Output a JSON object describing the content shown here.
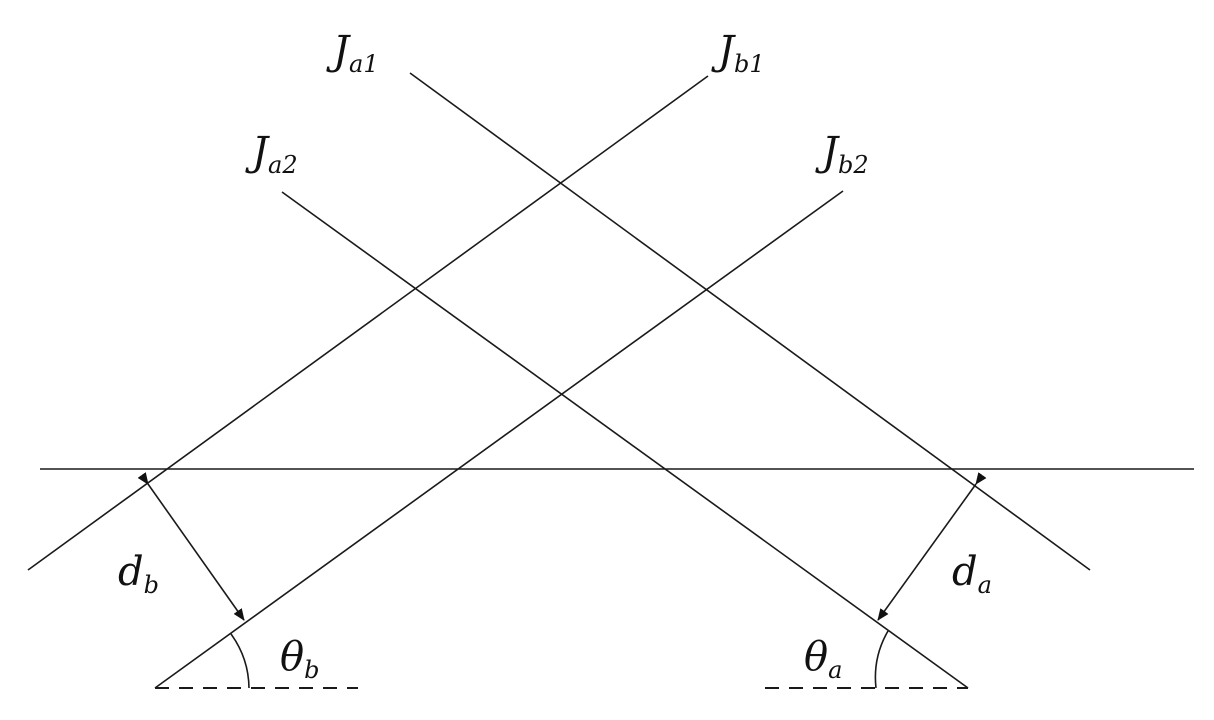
{
  "labels": {
    "ja1": {
      "main": "J",
      "sub": "a1"
    },
    "jb1": {
      "main": "J",
      "sub": "b1"
    },
    "ja2": {
      "main": "J",
      "sub": "a2"
    },
    "jb2": {
      "main": "J",
      "sub": "b2"
    },
    "db": {
      "main": "d",
      "sub": "b"
    },
    "da": {
      "main": "d",
      "sub": "a"
    },
    "theta_b": {
      "main": "θ",
      "sub": "b"
    },
    "theta_a": {
      "main": "θ",
      "sub": "a"
    }
  }
}
